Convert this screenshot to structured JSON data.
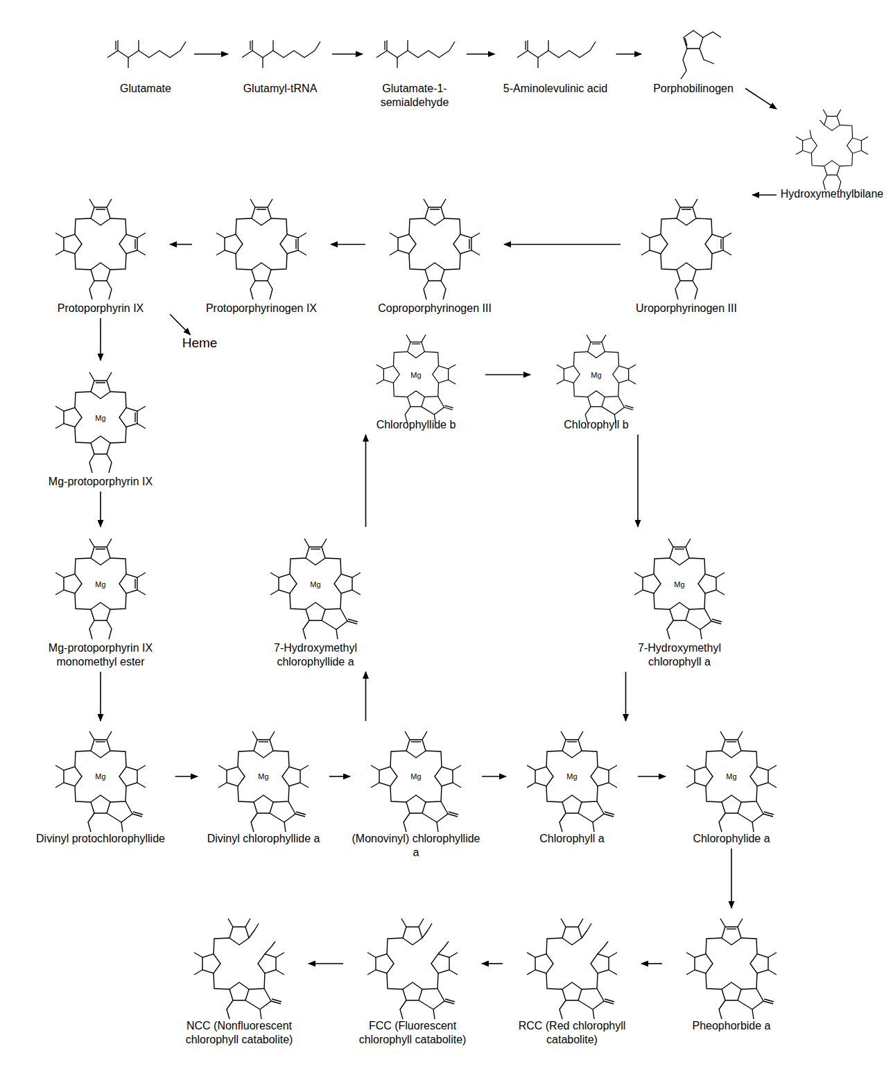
{
  "diagram": {
    "nodes": [
      {
        "text": [
          "Glutamate"
        ]
      },
      {
        "text": [
          "Glutamyl-tRNA"
        ]
      },
      {
        "text": [
          "Glutamate-1- semialdehyde"
        ]
      },
      {
        "text": [
          "5-Aminolevulinic acid"
        ]
      },
      {
        "text": [
          "Porphobilinogen"
        ]
      },
      {
        "text": [
          "Hydroxymethylbilane"
        ]
      },
      {
        "text": [
          "Protoporphyrin IX"
        ]
      },
      {
        "text": [
          "Protoporphyrinogen IX"
        ]
      },
      {
        "text": [
          "Coproporphyrinogen III"
        ]
      },
      {
        "text": [
          "Uroporphyrinogen III"
        ]
      },
      {
        "text": [
          "Heme"
        ]
      },
      {
        "text": [
          "Mg-protoporphyrin IX"
        ]
      },
      {
        "text": [
          "Chlorophyllide b"
        ]
      },
      {
        "text": [
          "Chlorophyll b"
        ]
      },
      {
        "text": [
          "Mg-protoporphyrin IX monomethyl ester"
        ]
      },
      {
        "text": [
          "7-Hydroxymethyl chlorophyllide a"
        ]
      },
      {
        "text": [
          "7-Hydroxymethyl chlorophyll a"
        ]
      },
      {
        "text": [
          "Divinyl protochlorophyllide"
        ]
      },
      {
        "text": [
          "Divinyl chlorophyllide a"
        ]
      },
      {
        "text": [
          "(Monovinyl) chlorophyllide a"
        ]
      },
      {
        "text": [
          "Chlorophyll a"
        ]
      },
      {
        "text": [
          "Chlorophylide a"
        ]
      },
      {
        "text": [
          "Pheophorbide a"
        ]
      },
      {
        "text": [
          "RCC (Red chlorophyll catabolite)"
        ]
      },
      {
        "text": [
          "FCC (Fluorescent chlorophyll catabolite)"
        ]
      },
      {
        "text": [
          "NCC (Nonfluorescent chlorophyll catabolite)"
        ]
      }
    ],
    "edges": [
      {
        "from": 0,
        "to": 1,
        "arrow": "to"
      },
      {
        "from": 1,
        "to": 2,
        "arrow": "to"
      },
      {
        "from": 2,
        "to": 3,
        "arrow": "to"
      },
      {
        "from": 3,
        "to": 4,
        "arrow": "to"
      },
      {
        "from": 4,
        "to": 5,
        "arrow": "to"
      },
      {
        "from": 5,
        "to": 9,
        "arrow": "to"
      },
      {
        "from": 9,
        "to": 8,
        "arrow": "to"
      },
      {
        "from": 8,
        "to": 7,
        "arrow": "to"
      },
      {
        "from": 7,
        "to": 6,
        "arrow": "to"
      },
      {
        "from": 6,
        "to": 11,
        "arrow": "to"
      },
      {
        "from": 6,
        "to": 10,
        "arrow": "to"
      },
      {
        "from": 11,
        "to": 14,
        "arrow": "to"
      },
      {
        "from": 14,
        "to": 17,
        "arrow": "to"
      },
      {
        "from": 17,
        "to": 18,
        "arrow": "to"
      },
      {
        "from": 18,
        "to": 19,
        "arrow": "to"
      },
      {
        "from": 19,
        "to": 20,
        "arrow": "to"
      },
      {
        "from": 19,
        "to": 15,
        "arrow": "to"
      },
      {
        "from": 15,
        "to": 12,
        "arrow": "to"
      },
      {
        "from": 12,
        "to": 13,
        "arrow": "to"
      },
      {
        "from": 13,
        "to": 16,
        "arrow": "to"
      },
      {
        "from": 16,
        "to": 20,
        "arrow": "to"
      },
      {
        "from": 20,
        "to": 21,
        "arrow": "to"
      },
      {
        "from": 21,
        "to": 22,
        "arrow": "to"
      },
      {
        "from": 22,
        "to": 23,
        "arrow": "to"
      },
      {
        "from": 23,
        "to": 24,
        "arrow": "to"
      },
      {
        "from": 24,
        "to": 25,
        "arrow": "to"
      }
    ],
    "labels": [
      "Mg",
      "Mg",
      "Mg",
      "Mg",
      "Mg",
      "Mg",
      "Mg",
      "Mg",
      "Mg",
      "Mg",
      "Mg"
    ]
  }
}
